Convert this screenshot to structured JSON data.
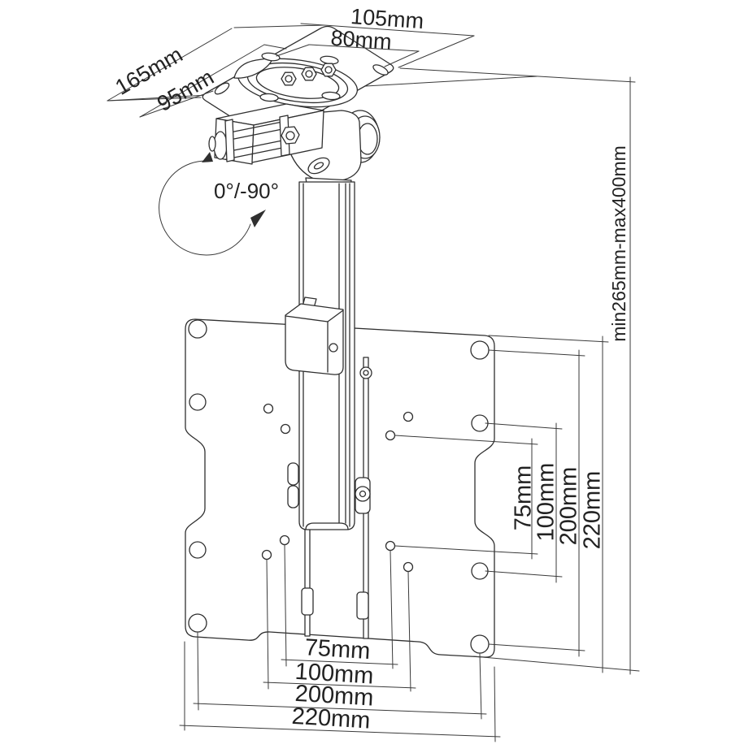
{
  "diagram": {
    "type": "technical-dimension-drawing",
    "subject": "fold-down ceiling TV mount",
    "labels": {
      "top_width_outer": "105mm",
      "top_width_inner": "80mm",
      "top_depth_outer": "165mm",
      "top_depth_inner": "95mm",
      "angle_range": "0°/-90°",
      "height_range": "min265mm-max400mm",
      "vesa_vertical": [
        "75mm",
        "100mm",
        "200mm",
        "220mm"
      ],
      "vesa_horizontal": [
        "75mm",
        "100mm",
        "200mm",
        "220mm"
      ]
    },
    "colors": {
      "line": "#2f2f2f",
      "dimension_line": "#3a3a3a",
      "text": "#222222",
      "background": "#ffffff"
    }
  }
}
